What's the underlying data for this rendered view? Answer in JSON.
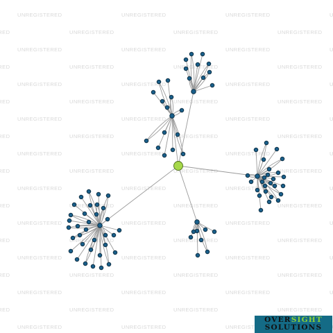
{
  "watermark": {
    "text": "UNREGISTERED"
  },
  "logo": {
    "line1_part1": "OVER",
    "line1_part2": "SIGHT",
    "line2": "SOLUTIONS"
  },
  "colors": {
    "background": "#ffffff",
    "edge": "#9a9a9a",
    "node_fill": "#1a5f8a",
    "node_stroke": "#0b2a3d",
    "center_fill": "#a6d84a",
    "center_stroke": "#4a6a1a",
    "logo_bg": "#146b86",
    "logo_highlight": "#8cd136",
    "watermark": "#d8d8d8"
  },
  "graph": {
    "center_node": {
      "id": "central-entity"
    },
    "clusters": [
      {
        "name": "north-top",
        "leaf_count": 10
      },
      {
        "name": "north-mid",
        "leaf_count": 14
      },
      {
        "name": "east",
        "leaf_count": 26
      },
      {
        "name": "south",
        "leaf_count": 8
      },
      {
        "name": "west",
        "leaf_count": 34
      }
    ]
  }
}
